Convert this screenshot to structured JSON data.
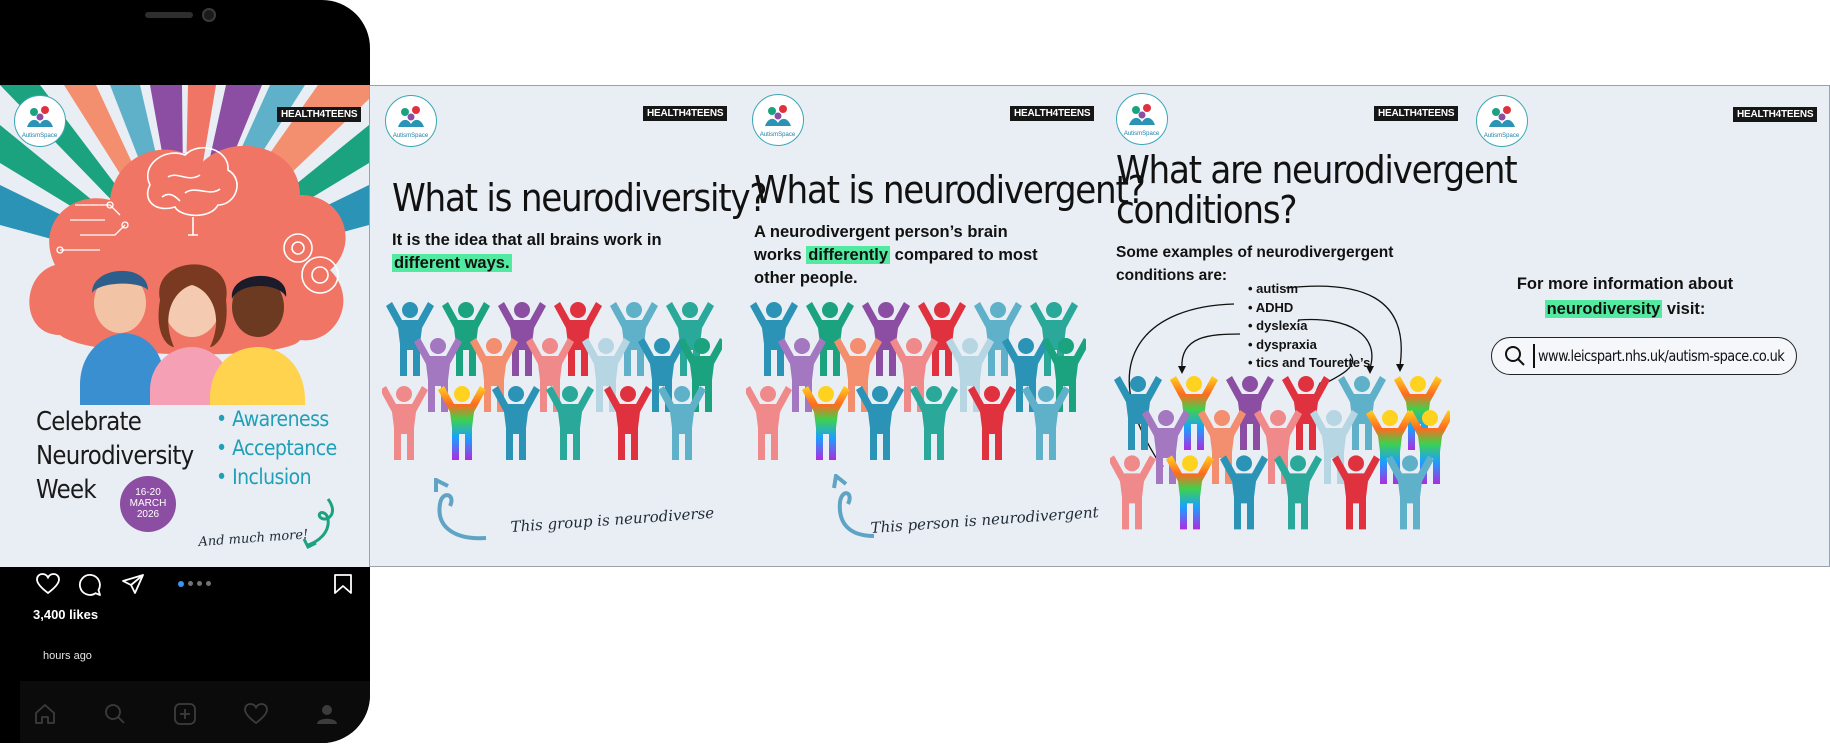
{
  "post": {
    "brand_left": "AutismSpace",
    "brand_right": "HEALTH4TEENS",
    "likes": "3,400 likes",
    "time": "hours ago"
  },
  "slide1": {
    "title_lines": [
      "Celebrate",
      "Neurodiversity",
      "Week"
    ],
    "pillars": [
      "Awareness",
      "Acceptance",
      "Inclusion"
    ],
    "date": [
      "16-20",
      "MARCH",
      "2026"
    ],
    "tagline": "And much more!"
  },
  "slide2": {
    "heading": "What is neurodiversity?",
    "body_pre": "It is the idea that all brains work in",
    "body_hl": "different ways.",
    "caption": "This group is neurodiverse"
  },
  "slide3": {
    "heading": "What is neurodivergent?",
    "body_pre": "A neurodivergent person’s brain",
    "body_mid_pre": "works",
    "body_hl": "differently",
    "body_mid_post": "compared to most",
    "body_post": "other people.",
    "caption": "This person is neurodivergent"
  },
  "slide4": {
    "heading_line1": "What are neurodivergent",
    "heading_line2": "conditions?",
    "intro_line1": "Some examples of neurodivergergent",
    "intro_line2": "conditions are:",
    "conditions": [
      "autism",
      "ADHD",
      "dyslexia",
      "dyspraxia",
      "tics and Tourette’s"
    ]
  },
  "slide5": {
    "info_pre": "For more information about",
    "info_hl": "neurodiversity",
    "info_post": "visit:",
    "url": "www.leicspart.nhs.uk/autism-space.co.uk"
  },
  "colors": {
    "highlight": "#52e9a0",
    "teal": "#1f9fb8",
    "purple": "#8b4ea3",
    "coral": "#f07565",
    "figure_palette": [
      "#2a93b6",
      "#1aa37e",
      "#8b4ea3",
      "#e0323e",
      "#5fb0c9",
      "#2aa89a",
      "#a378c0",
      "#f38e6e",
      "#f08a8a",
      "#b7d6e4"
    ]
  },
  "icons": [
    "heart-icon",
    "comment-icon",
    "share-icon",
    "bookmark-icon",
    "home-icon",
    "search-icon",
    "add-post-icon",
    "activity-icon",
    "profile-icon"
  ]
}
